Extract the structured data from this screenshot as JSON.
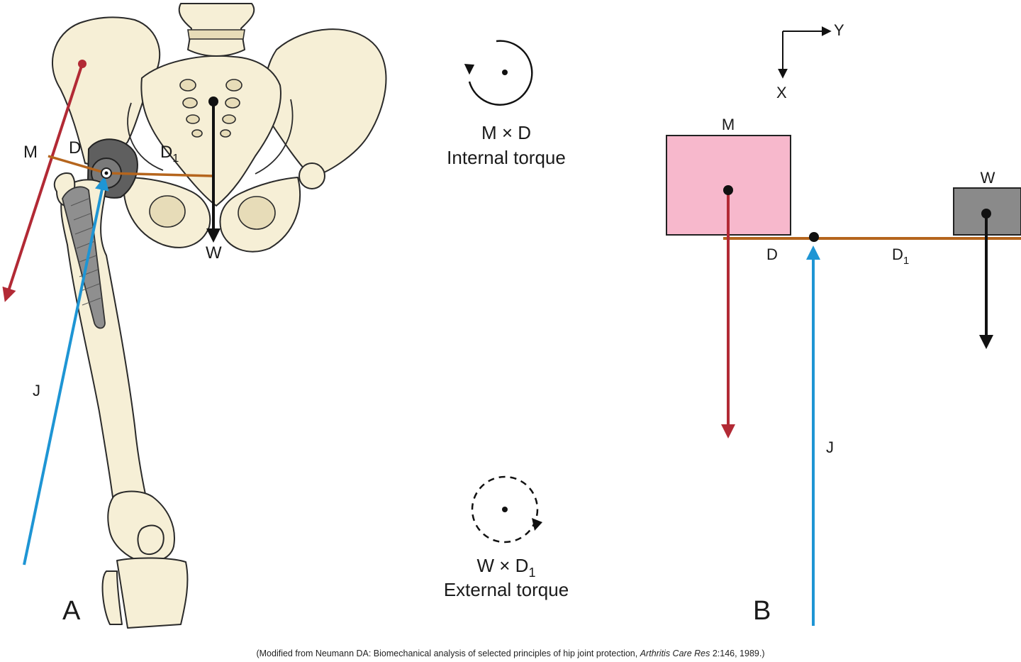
{
  "colors": {
    "muscle_force": "#b22a35",
    "joint_force": "#1e95d4",
    "weight_force": "#111111",
    "lever_arm": "#b5651d",
    "muscle_box": "#f7b8cc",
    "weight_box": "#8a8a8a",
    "bone": "#f6efd6"
  },
  "panel_a": {
    "label": "A",
    "muscle_label": "M",
    "d_label": "D",
    "d1_label": "D",
    "d1_sub": "1",
    "weight_label": "W",
    "joint_label": "J"
  },
  "torques": {
    "internal_formula": "M × D",
    "internal_name": "Internal torque",
    "external_formula_main": "W × D",
    "external_formula_sub": "1",
    "external_name": "External torque"
  },
  "panel_b": {
    "label": "B",
    "axis_y": "Y",
    "axis_x": "X",
    "muscle_label": "M",
    "weight_label": "W",
    "d_label": "D",
    "d1_label": "D",
    "d1_sub": "1",
    "joint_label": "J"
  },
  "citation": {
    "prefix": "(Modified from Neumann DA: Biomechanical analysis of selected principles of hip joint protection, ",
    "journal": "Arthritis Care Res",
    "suffix": " 2:146, 1989.)"
  }
}
